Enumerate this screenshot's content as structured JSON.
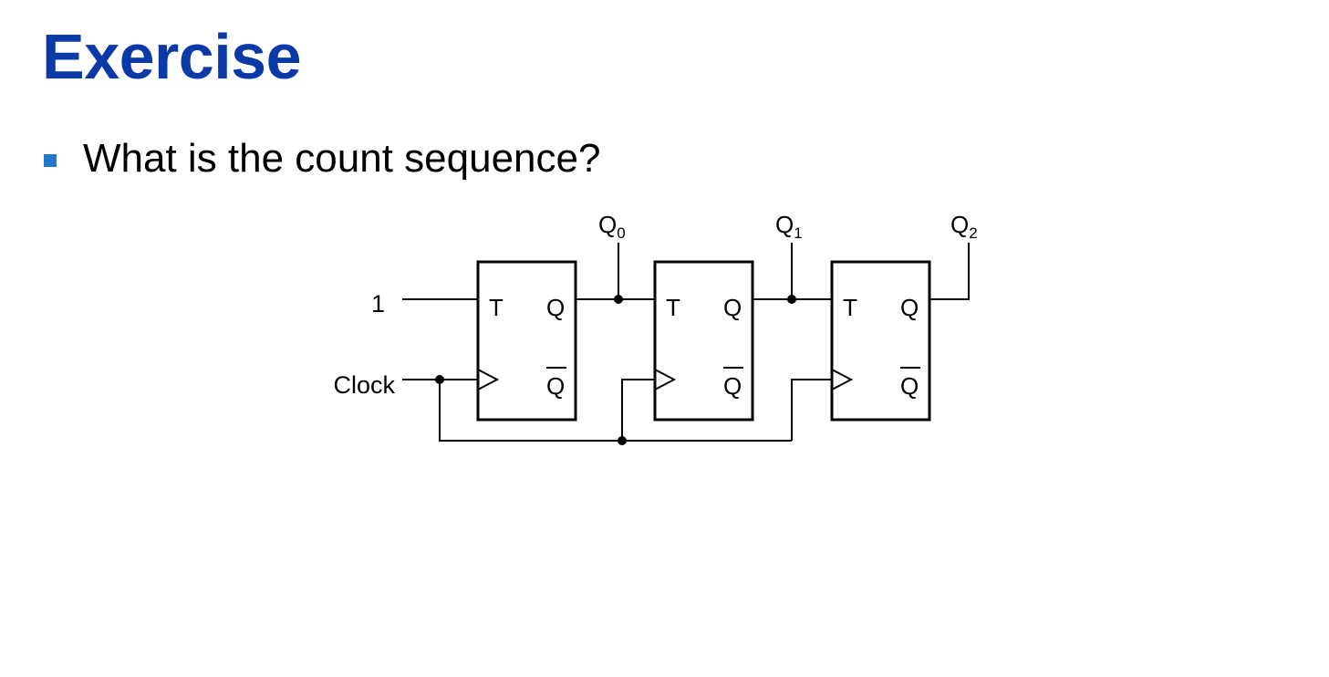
{
  "slide": {
    "title": "Exercise",
    "bullet": "What is the count sequence?"
  },
  "diagram": {
    "input_one_label": "1",
    "clock_label": "Clock",
    "outputs": [
      {
        "name": "Q",
        "subscript": "0"
      },
      {
        "name": "Q",
        "subscript": "1"
      },
      {
        "name": "Q",
        "subscript": "2"
      }
    ],
    "flipflops": [
      {
        "t_label": "T",
        "q_label": "Q",
        "qbar_label": "Q"
      },
      {
        "t_label": "T",
        "q_label": "Q",
        "qbar_label": "Q"
      },
      {
        "t_label": "T",
        "q_label": "Q",
        "qbar_label": "Q"
      }
    ]
  },
  "colors": {
    "title": "#0b3aa8",
    "bullet": "#1f78c8",
    "wire": "#000000"
  }
}
